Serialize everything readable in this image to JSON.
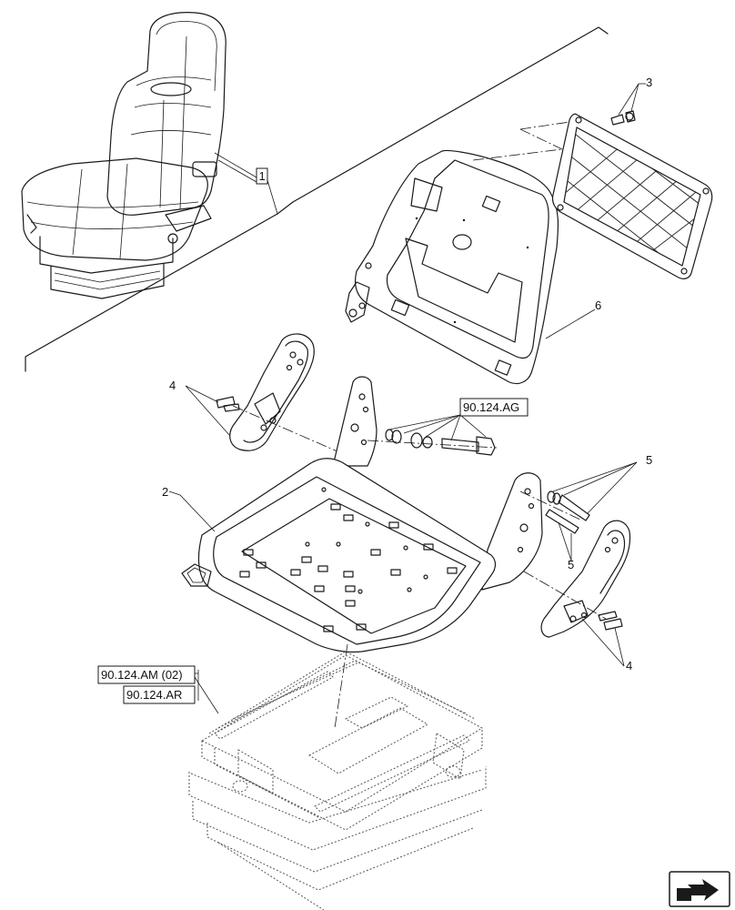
{
  "callouts": {
    "c1": "1",
    "c2": "2",
    "c3": "3",
    "c4a": "4",
    "c4b": "4",
    "c5a": "5",
    "c5b": "5",
    "c6": "6"
  },
  "references": {
    "ag": "90.124.AG",
    "am": "90.124.AM (02)",
    "ar": "90.124.AR"
  },
  "nav_icon": "arrow-corner-icon"
}
